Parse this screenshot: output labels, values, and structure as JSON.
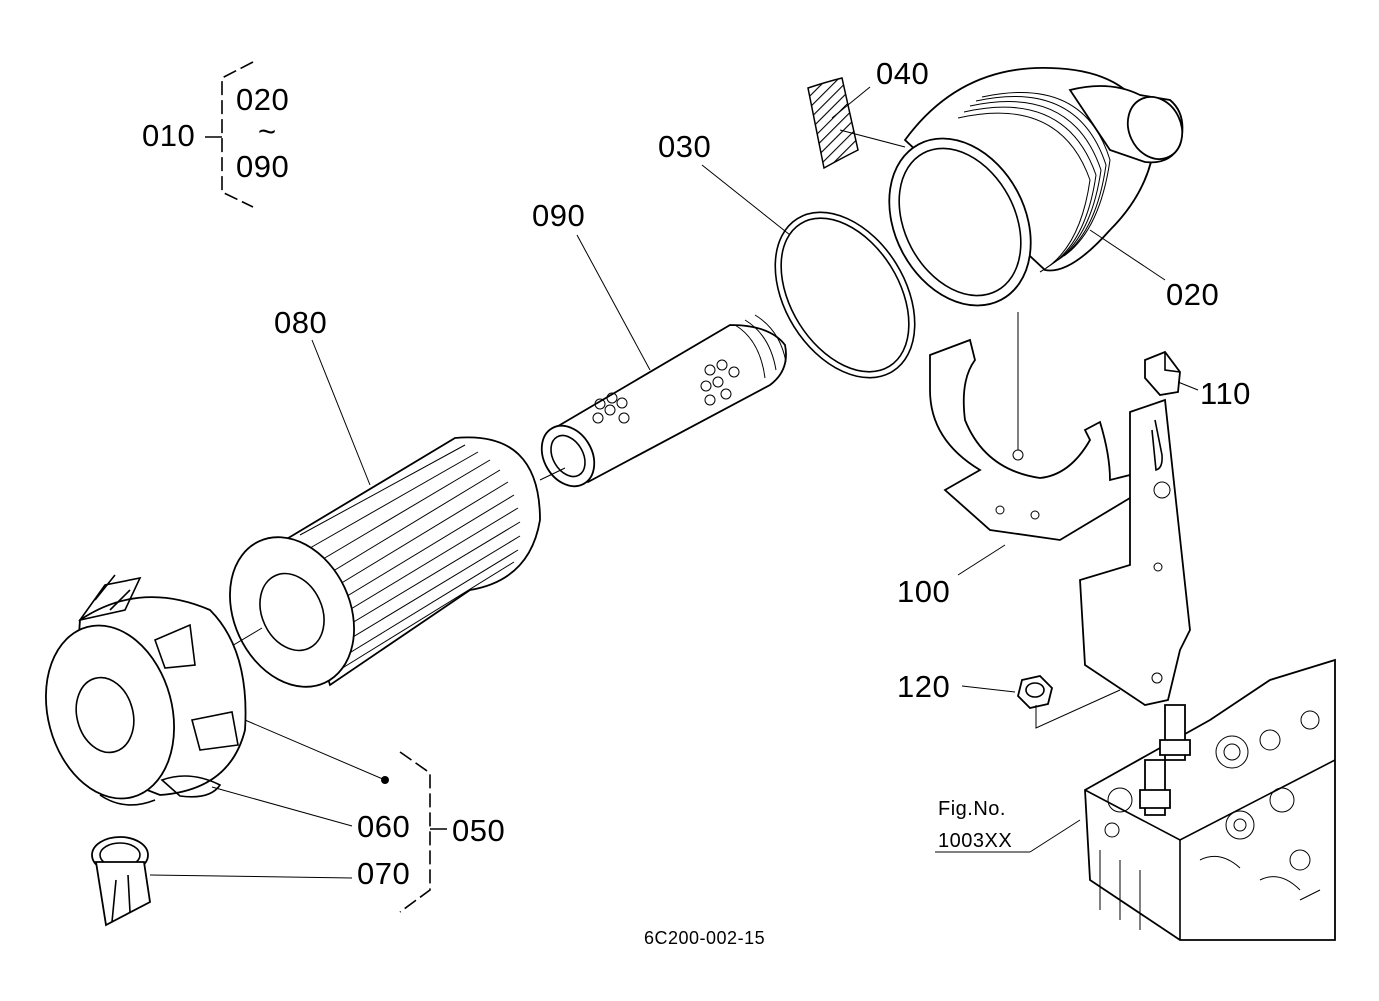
{
  "drawing_id": "6C200-002-15",
  "assembly": {
    "label": "010",
    "range_from": "020",
    "range_sep": "~",
    "range_to": "090"
  },
  "sub_assembly": {
    "label": "050"
  },
  "callouts": {
    "p020": "020",
    "p030": "030",
    "p040": "040",
    "p060": "060",
    "p070": "070",
    "p080": "080",
    "p090": "090",
    "p100": "100",
    "p110": "110",
    "p120": "120"
  },
  "figure_ref": {
    "line1": "Fig.No.",
    "line2": "1003XX"
  }
}
